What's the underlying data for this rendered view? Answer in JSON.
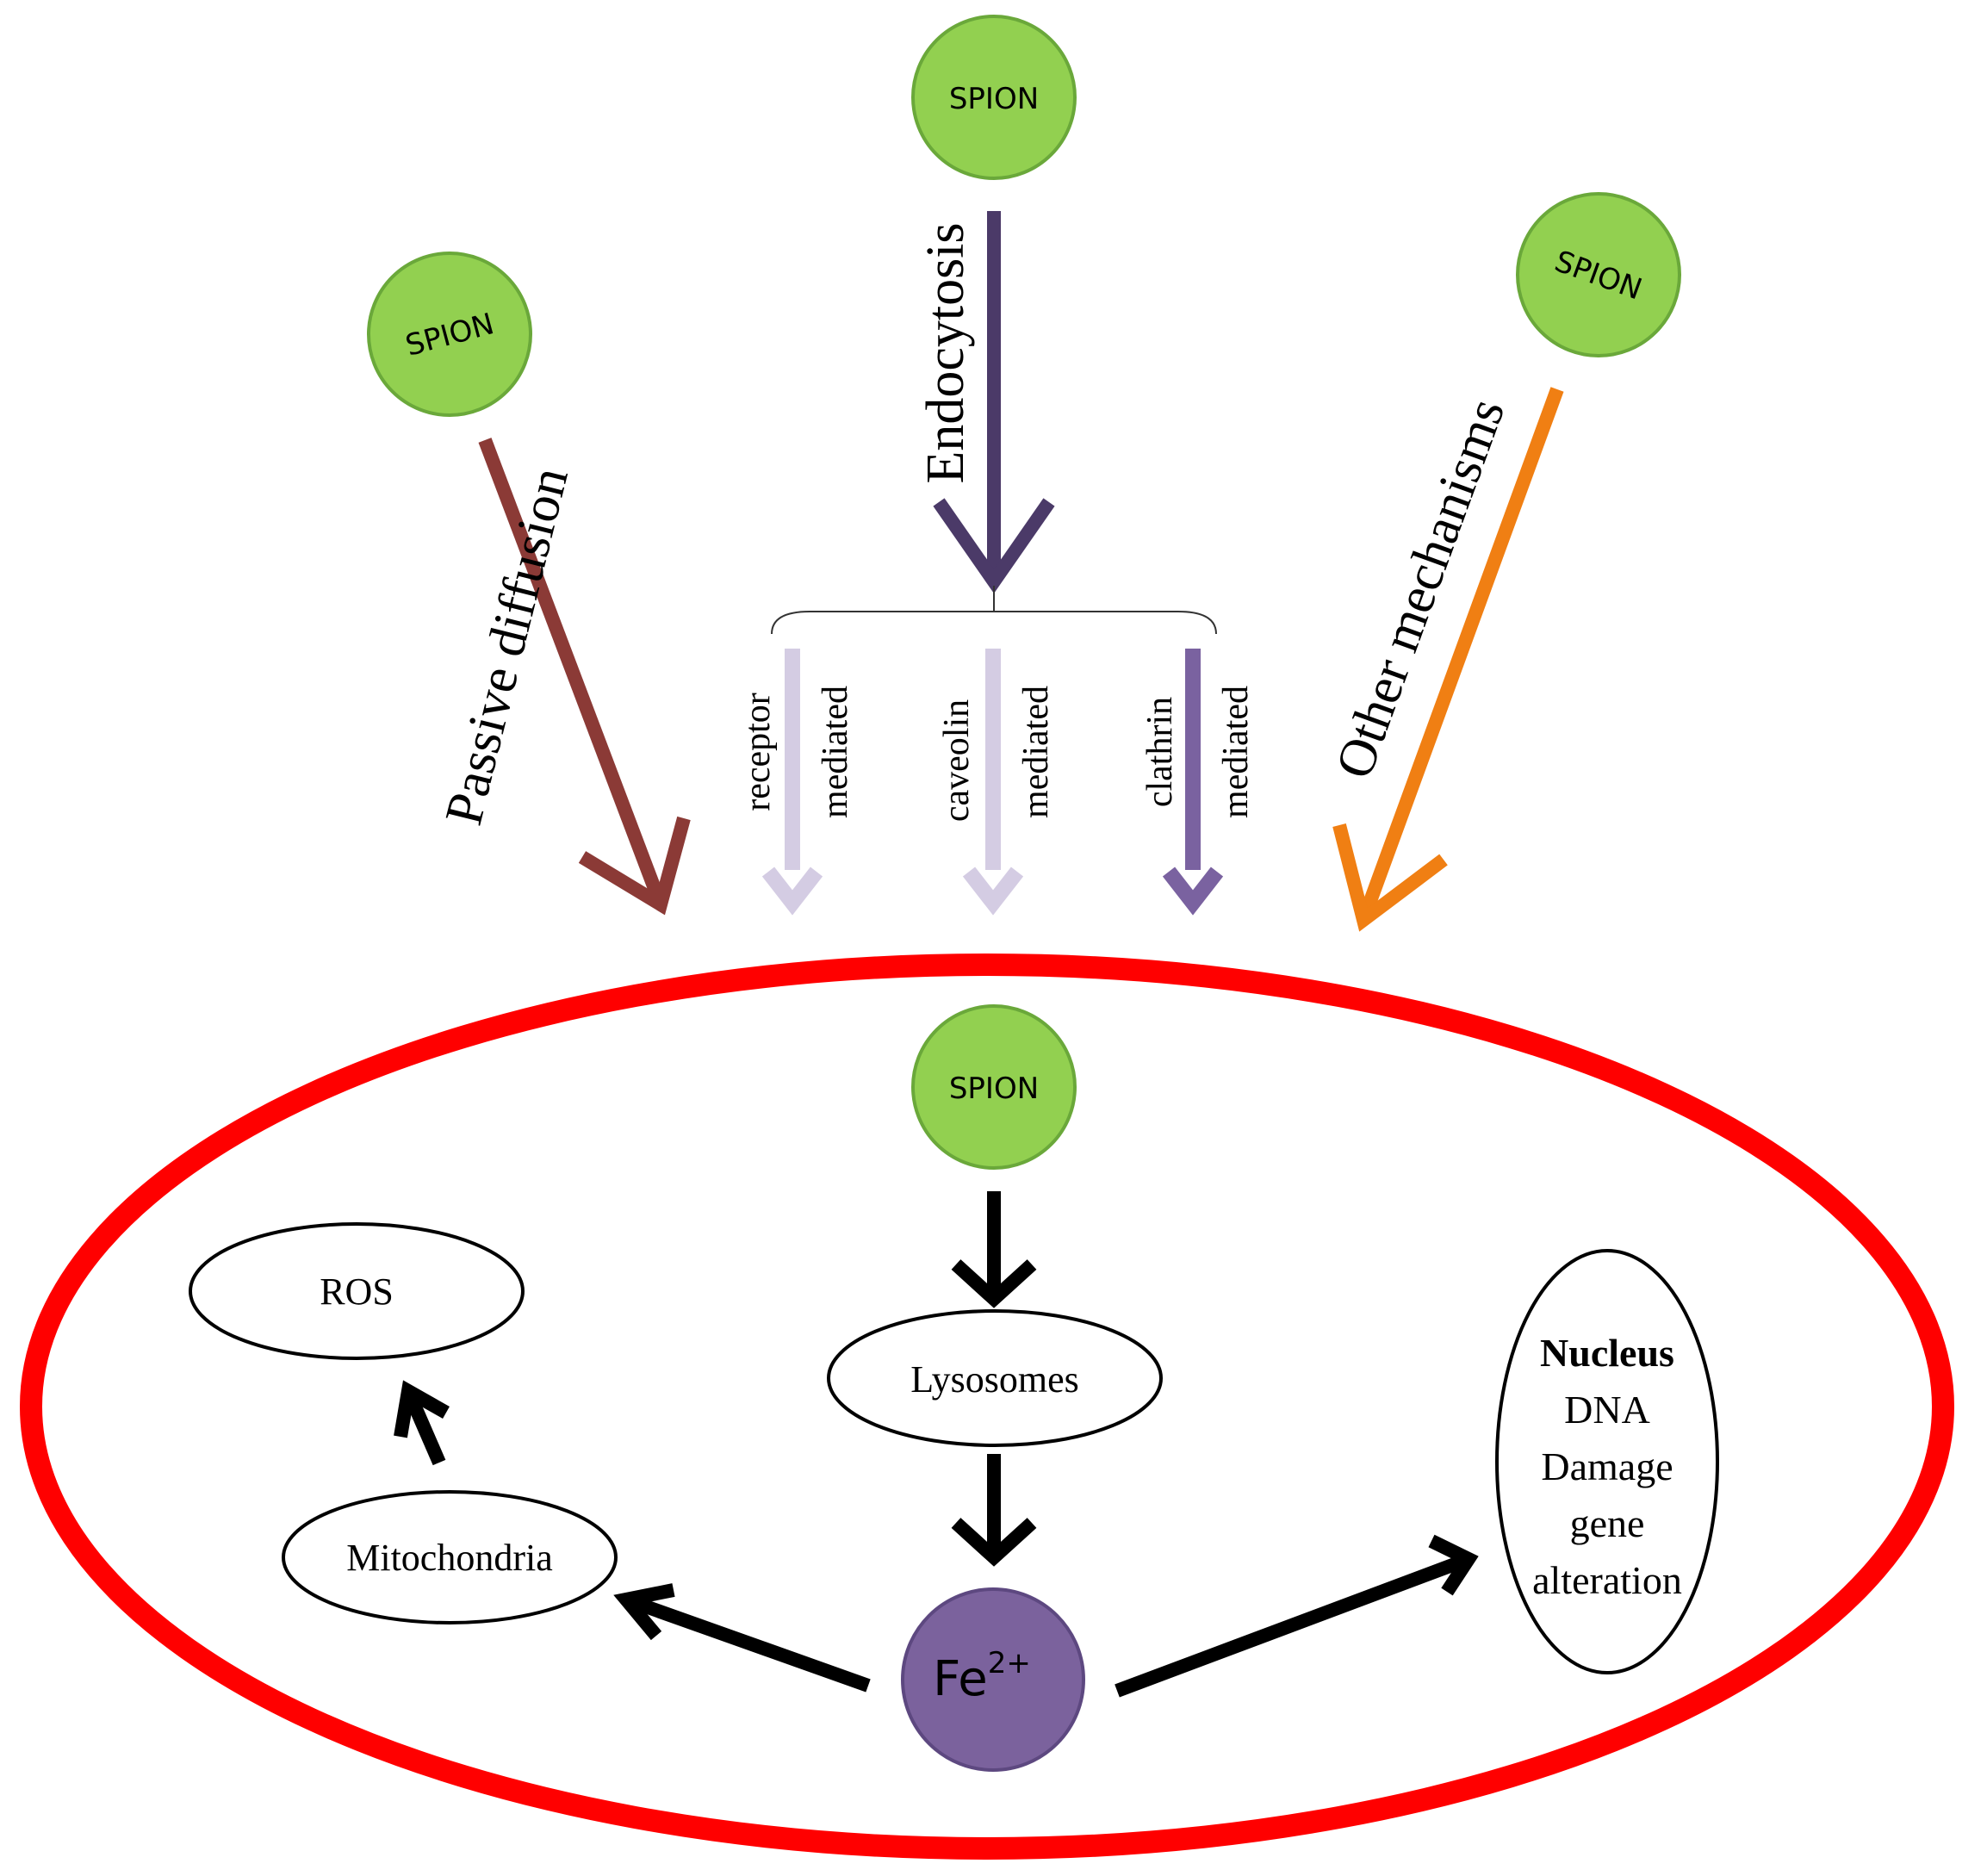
{
  "spions": {
    "label": "SPION",
    "fill": "#92d050",
    "stroke": "#6aa83a"
  },
  "pathways": {
    "passive": {
      "label": "Passive diffusion",
      "color": "#8b3a36"
    },
    "endocytosis": {
      "label": "Endocytosis",
      "color": "#4b3a68"
    },
    "other": {
      "label": "Other mechanisms",
      "color": "#f07f13"
    }
  },
  "subpathways": {
    "receptor": {
      "line1": "receptor",
      "line2": "mediated",
      "color": "#d4cce3"
    },
    "caveolin": {
      "line1": "caveolin",
      "line2": "mediated",
      "color": "#d4cce3"
    },
    "clathrin": {
      "line1": "clathrin",
      "line2": "mediated",
      "color": "#7a62a0"
    }
  },
  "cell": {
    "membrane_color": "#ff0000",
    "ros": "ROS",
    "mitochondria": "Mitochondria",
    "lysosomes": "Lysosomes",
    "iron": {
      "base": "Fe",
      "charge": "2+",
      "fill": "#7b629d"
    },
    "nucleus": {
      "title": "Nucleus",
      "line1": "DNA",
      "line2": "Damage",
      "line3": "gene",
      "line4": "alteration"
    }
  }
}
